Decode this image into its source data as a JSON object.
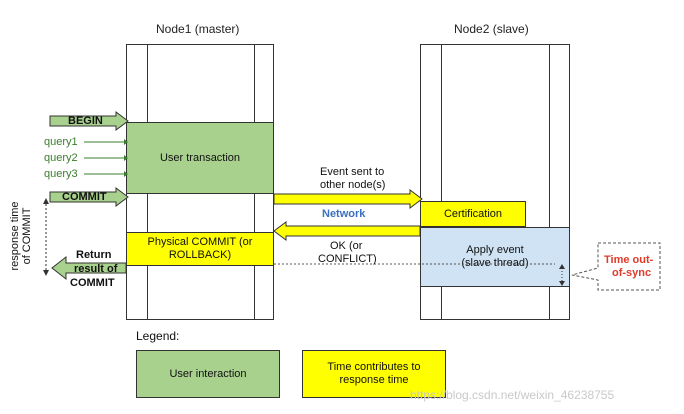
{
  "nodes": {
    "master_title": "Node1 (master)",
    "slave_title": "Node2 (slave)"
  },
  "left_inputs": {
    "begin": "BEGIN",
    "queries": [
      "query1",
      "query2",
      "query3"
    ],
    "commit": "COMMIT"
  },
  "master": {
    "user_transaction": "User transaction",
    "physical_commit": [
      "Physical COMMIT (or",
      "ROLLBACK)"
    ]
  },
  "network": {
    "event_sent": [
      "Event sent to",
      "other node(s)"
    ],
    "label": "Network",
    "ok_conflict": [
      "OK (or",
      "CONFLICT)"
    ]
  },
  "slave": {
    "certification": "Certification",
    "apply_event": [
      "Apply event",
      "(slave thread)"
    ]
  },
  "time_out_of_sync": [
    "Time out-",
    "of-sync"
  ],
  "response_time_label": [
    "response time",
    "of COMMIT"
  ],
  "return_result": [
    "Return",
    "result of",
    "COMMIT"
  ],
  "legend": {
    "title": "Legend:",
    "user_interaction": "User interaction",
    "time_contributes": [
      "Time contributes to",
      "response time"
    ]
  },
  "watermark": "https://blog.csdn.net/weixin_46238755",
  "colors": {
    "green": "#a9d18e",
    "yellow": "#ffff00",
    "blue": "#cfe3f5",
    "network_text": "#3b6fc0",
    "red_text": "#e03a2a",
    "query_text": "#3a7d2c"
  }
}
